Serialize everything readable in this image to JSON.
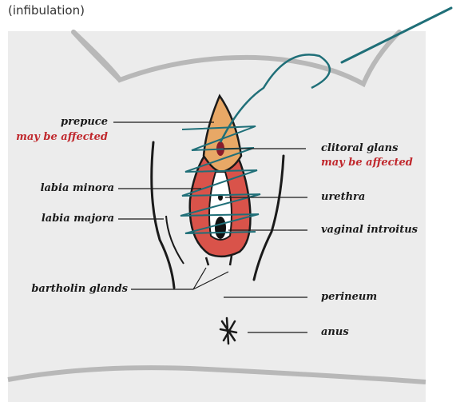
{
  "caption": "(infibulation)",
  "labels": {
    "prepuce": "prepuce",
    "prepuce_note": "may be affected",
    "clitoral_glans": "clitoral glans",
    "clitoral_glans_note": "may be affected",
    "labia_minora": "labia minora",
    "urethra": "urethra",
    "labia_majora": "labia majora",
    "vaginal_introitus": "vaginal introitus",
    "bartholin_glands": "bartholin glands",
    "perineum": "perineum",
    "anus": "anus"
  },
  "colors": {
    "background_panel": "#ececec",
    "outline": "#1a1a1a",
    "body_contour": "#b8b8b8",
    "prepuce_fill": "#e8a866",
    "labia_minora_fill": "#d9534a",
    "suture": "#1f6f78",
    "note_text": "#c0282d"
  }
}
